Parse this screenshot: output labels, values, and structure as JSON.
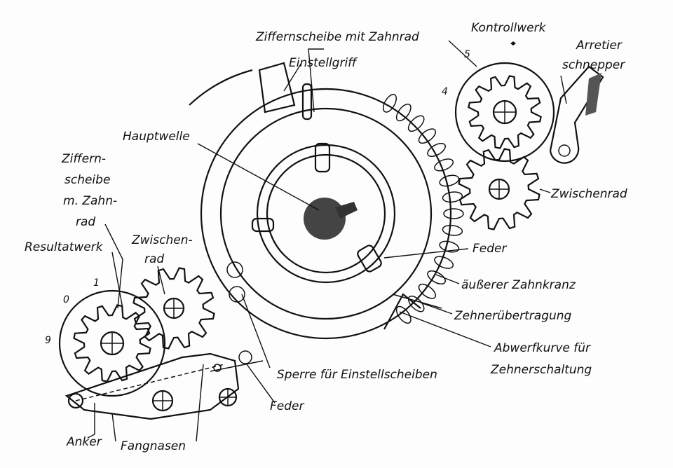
{
  "labels": {
    "ziffernscheibe_mit_zahnrad": "Ziffernscheibe mit Zahnrad",
    "kontrollwerk": "Kontrollwerk",
    "einstellgriff": "Einstellgriff",
    "arretier_1": "Arretier",
    "arretier_2": "schnepper",
    "hauptwelle": "Hauptwelle",
    "ziffernscheibe_res_1": "Ziffern-",
    "ziffernscheibe_res_2": "scheibe",
    "ziffernscheibe_res_3": "m. Zahn-",
    "ziffernscheibe_res_4": "rad",
    "resultatwerk": "Resultatwerk",
    "zwischenrad_left_1": "Zwischen-",
    "zwischenrad_left_2": "rad",
    "zwischenrad_right": "Zwischenrad",
    "feder_right": "Feder",
    "aeusserer_zahnkranz": "äußerer Zahnkranz",
    "zehneruebertragung": "Zehnerübertragung",
    "abwerfkurve_1": "Abwerfkurve für",
    "abwerfkurve_2": "Zehnerschaltung",
    "sperre": "Sperre für Einstellscheiben",
    "feder_bottom": "Feder",
    "anker": "Anker",
    "fangnasen": "Fangnasen"
  },
  "dial_numbers": {
    "left": [
      "1",
      "0",
      "9"
    ],
    "right": [
      "5",
      "4"
    ]
  }
}
